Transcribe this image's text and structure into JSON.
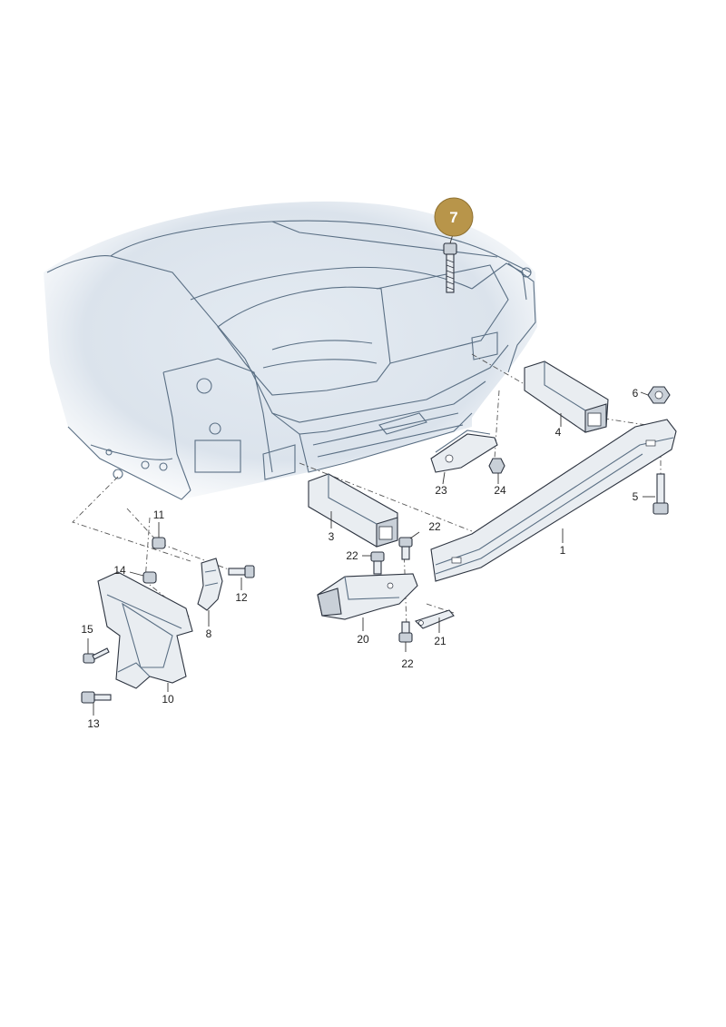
{
  "callouts": {
    "c1": "1",
    "c3": "3",
    "c4": "4",
    "c5": "5",
    "c6": "6",
    "c7": "7",
    "c8": "8",
    "c10": "10",
    "c11": "11",
    "c12": "12",
    "c13": "13",
    "c14": "14",
    "c15": "15",
    "c20": "20",
    "c21": "21",
    "c22a": "22",
    "c22b": "22",
    "c22c": "22",
    "c23": "23",
    "c24": "24"
  },
  "highlight": {
    "part": "7",
    "color": "#b8954a"
  },
  "colors": {
    "body_fill": "#dbe3ec",
    "body_line": "#5a6f84",
    "part_fill": "#e9edf1",
    "part_stroke": "#2d3440"
  }
}
